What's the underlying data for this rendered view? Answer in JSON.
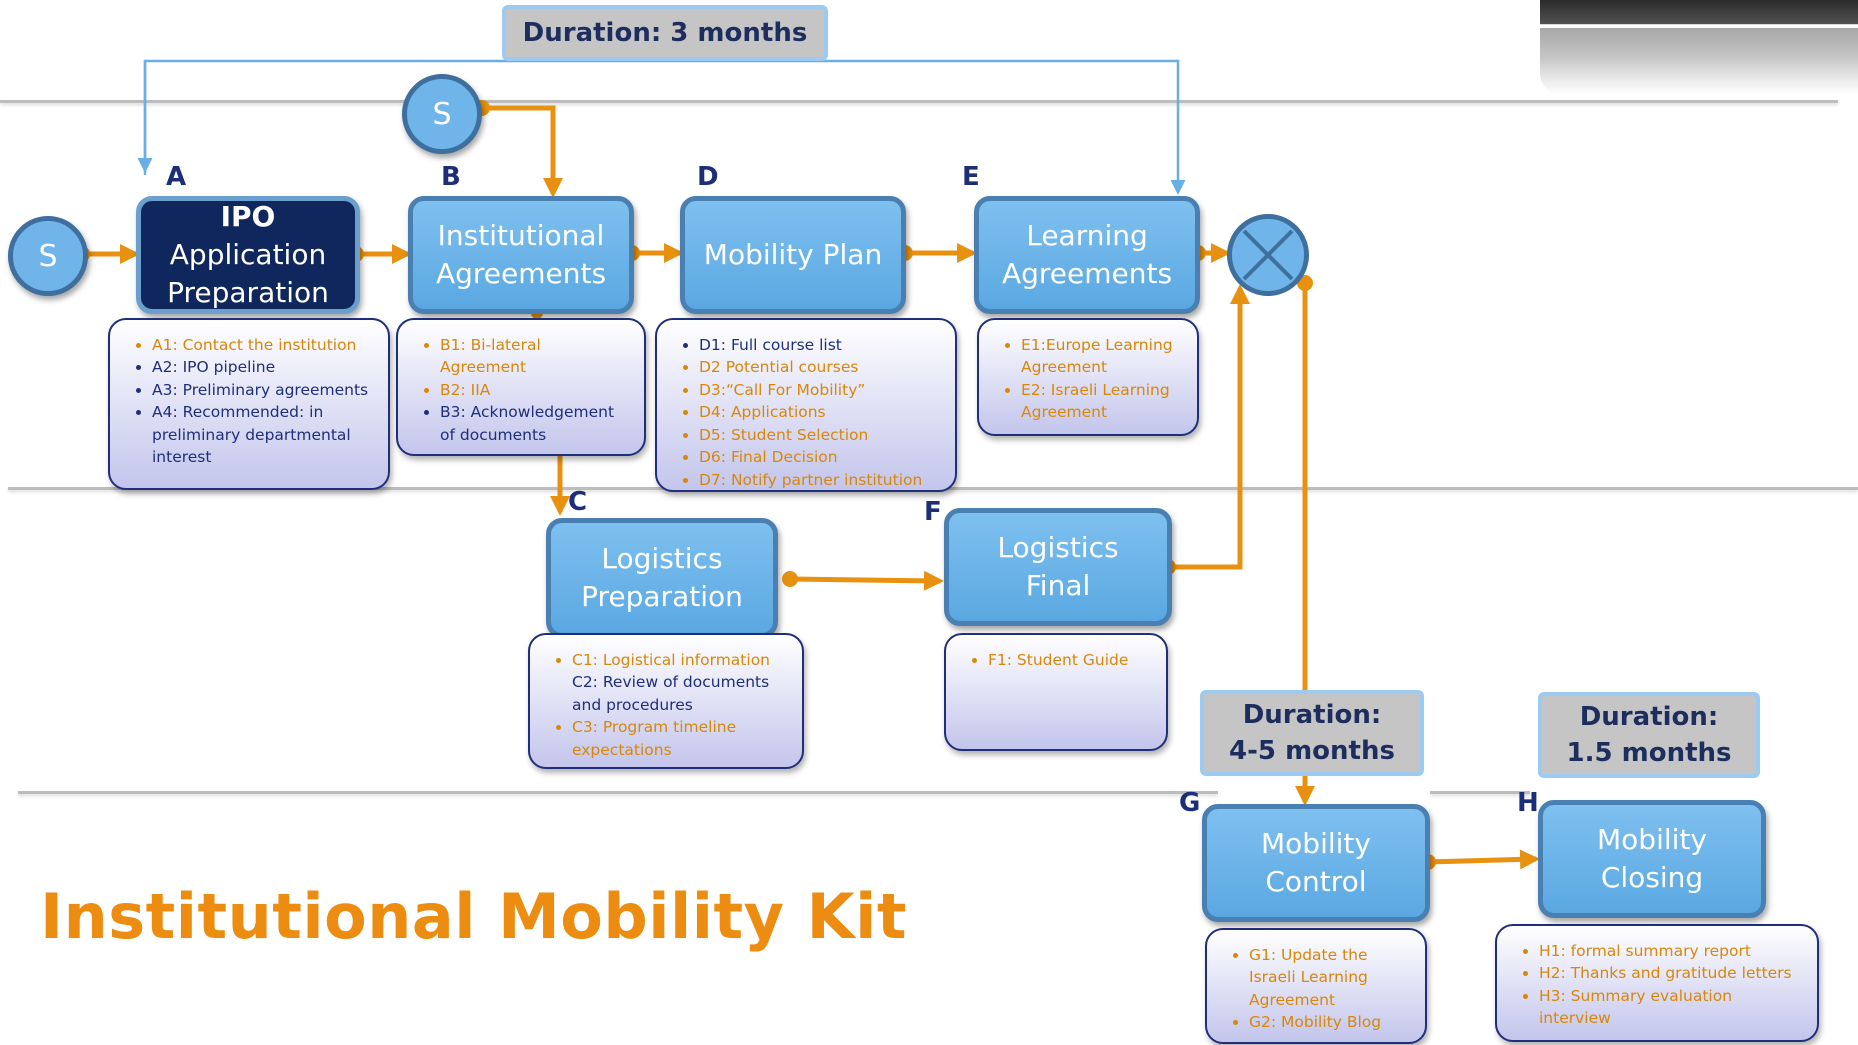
{
  "page": {
    "title": "Institutional Mobility Kit"
  },
  "start_label": "S",
  "durations": {
    "top": "Duration: 3 months",
    "g": "Duration:\n4-5 months",
    "h": "Duration:\n1.5 months"
  },
  "processes": [
    {
      "id": "A",
      "title_bold": "IPO",
      "title": "Application\nPreparation",
      "items": [
        {
          "text": "A1: Contact the institution",
          "color": "orange"
        },
        {
          "text": "A2: IPO pipeline",
          "color": "blue"
        },
        {
          "text": "A3: Preliminary agreements",
          "color": "blue"
        },
        {
          "text": "A4: Recommended: in preliminary departmental interest",
          "color": "blue"
        }
      ]
    },
    {
      "id": "B",
      "title": "Institutional\nAgreements",
      "items": [
        {
          "text": "B1: Bi-lateral Agreement",
          "color": "orange"
        },
        {
          "text": "B2: IIA",
          "color": "orange"
        },
        {
          "text": "B3: Acknowledgement of documents",
          "color": "blue"
        }
      ]
    },
    {
      "id": "C",
      "title": "Logistics\nPreparation",
      "items": [
        {
          "text": "C1:  Logistical information",
          "color": "orange"
        },
        {
          "text": "C2: Review of documents and procedures",
          "color": "blue",
          "continuation": true
        },
        {
          "text": "C3: Program timeline expectations",
          "color": "orange"
        }
      ]
    },
    {
      "id": "D",
      "title": "Mobility Plan",
      "items": [
        {
          "text": "D1: Full course list",
          "color": "blue"
        },
        {
          "text": "D2 Potential courses",
          "color": "orange"
        },
        {
          "text": "D3:“Call For Mobility”",
          "color": "orange"
        },
        {
          "text": "D4:  Applications",
          "color": "orange"
        },
        {
          "text": "D5: Student Selection",
          "color": "orange"
        },
        {
          "text": "D6: Final Decision",
          "color": "orange"
        },
        {
          "text": "D7: Notify partner institution",
          "color": "orange"
        }
      ]
    },
    {
      "id": "E",
      "title": "Learning\nAgreements",
      "items": [
        {
          "text": "E1:Europe Learning Agreement",
          "color": "orange"
        },
        {
          "text": "E2: Israeli Learning Agreement",
          "color": "orange"
        }
      ]
    },
    {
      "id": "F",
      "title": "Logistics\nFinal",
      "items": [
        {
          "text": "F1: Student Guide",
          "color": "orange"
        }
      ]
    },
    {
      "id": "G",
      "title": "Mobility\nControl",
      "items": [
        {
          "text": "G1: Update the Israeli Learning Agreement",
          "color": "orange"
        },
        {
          "text": "G2: Mobility Blog",
          "color": "orange"
        }
      ]
    },
    {
      "id": "H",
      "title": "Mobility\nClosing",
      "items": [
        {
          "text": "H1: formal summary report",
          "color": "orange"
        },
        {
          "text": "H2: Thanks and gratitude letters",
          "color": "orange"
        },
        {
          "text": "H3: Summary evaluation interview",
          "color": "orange"
        }
      ]
    }
  ],
  "colors": {
    "arrow_orange": "#e8900f",
    "arrow_blue": "#6aaee6",
    "dark_box": "#10275e",
    "light_box": "#5aa8e2",
    "title_orange": "#ec8c10"
  },
  "icons": {
    "gateway": "x-circle-gateway-icon",
    "start": "start-event-icon"
  }
}
